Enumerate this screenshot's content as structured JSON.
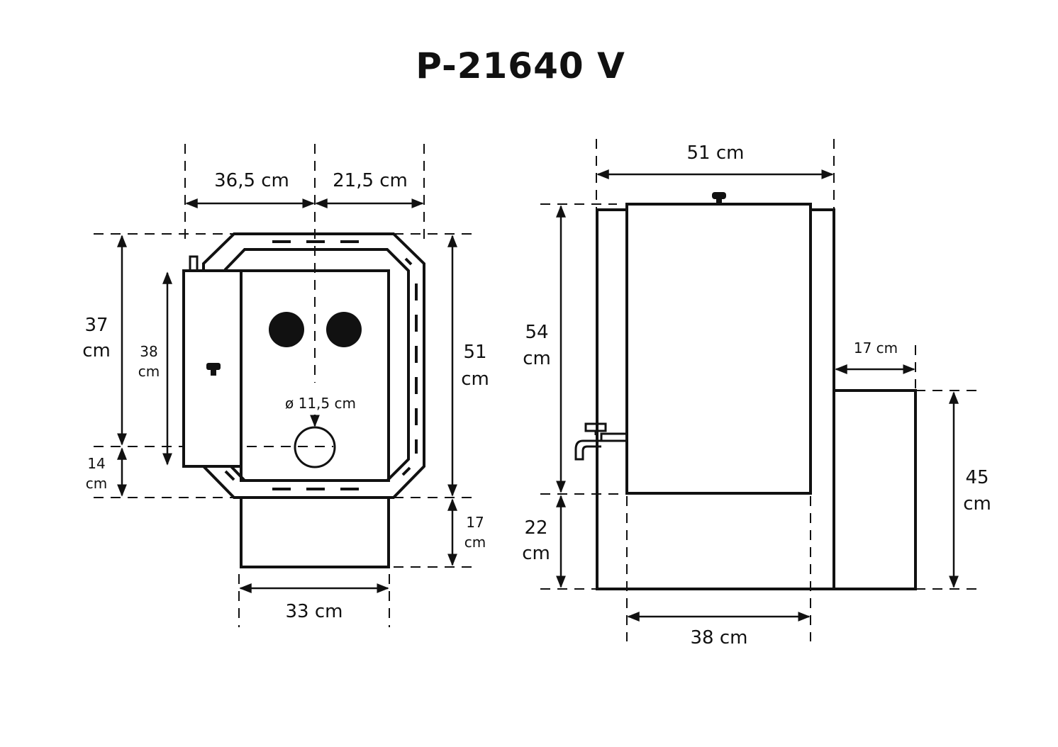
{
  "title": "P-21640 V",
  "front_view": {
    "width_left": "36,5 cm",
    "width_right": "21,5 cm",
    "height_body_num": "37",
    "height_body_unit": "cm",
    "height_door_num": "38",
    "height_door_unit": "cm",
    "height_base_num": "14",
    "height_base_unit": "cm",
    "height_total_num": "51",
    "height_total_unit": "cm",
    "height_leg_num": "17",
    "height_leg_unit": "cm",
    "flue_diameter": "ø 11,5 cm",
    "leg_width": "33 cm"
  },
  "side_view": {
    "width_total": "51 cm",
    "height_tank_num": "54",
    "height_tank_unit": "cm",
    "height_leg_num": "22",
    "height_leg_unit": "cm",
    "tank_width": "38 cm",
    "box_width": "17 cm",
    "box_height_num": "45",
    "box_height_unit": "cm"
  }
}
